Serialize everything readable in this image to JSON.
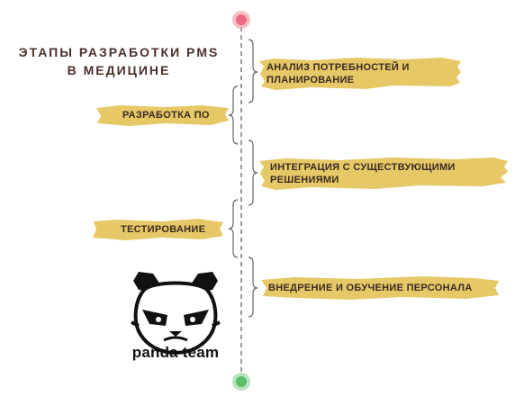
{
  "title": {
    "line1": "ЭТАПЫ РАЗРАБОТКИ PMS",
    "line2": "В МЕДИЦИНЕ"
  },
  "stages": [
    {
      "side": "right",
      "line1": "АНАЛИЗ ПОТРЕБНОСТЕЙ И",
      "line2": "ПЛАНИРОВАНИЕ"
    },
    {
      "side": "left",
      "line1": "РАЗРАБОТКА ПО",
      "line2": ""
    },
    {
      "side": "right",
      "line1": "ИНТЕГРАЦИЯ С СУЩЕСТВУЮЩИМИ",
      "line2": "РЕШЕНИЯМИ"
    },
    {
      "side": "left",
      "line1": "ТЕСТИРОВАНИЕ",
      "line2": ""
    },
    {
      "side": "right",
      "line1": "ВНЕДРЕНИЕ И ОБУЧЕНИЕ ПЕРСОНАЛА",
      "line2": ""
    }
  ],
  "logo": {
    "text": "panda team",
    "icon": "panda-logo-icon"
  },
  "colors": {
    "brush": "#e6c867",
    "start_dot": "#f4a8b3",
    "start_dot_inner": "#e96c82",
    "end_dot": "#a8dcae",
    "end_dot_inner": "#5bbf67",
    "line": "#555555",
    "title": "#4a2f2a"
  }
}
